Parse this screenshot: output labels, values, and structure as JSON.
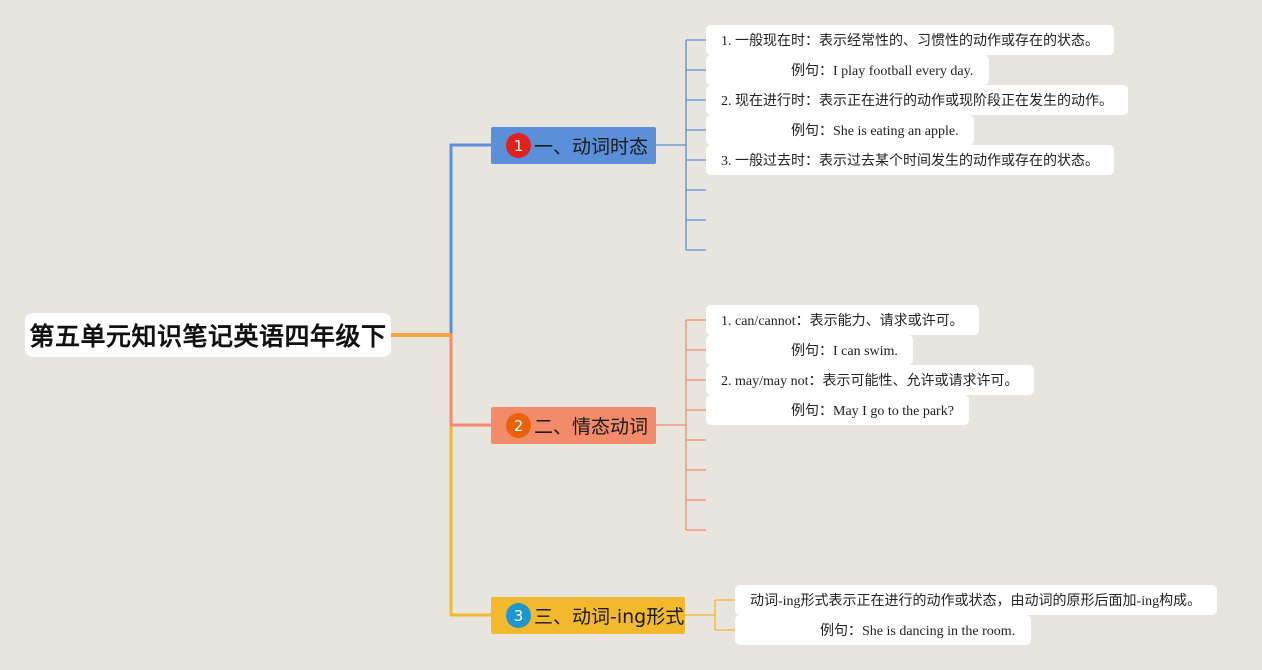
{
  "root": {
    "title": "第五单元知识笔记英语四年级下"
  },
  "branches": [
    {
      "badge": "1",
      "label": "一、动词时态",
      "color": "#5b8fd9",
      "badge_color": "#e0221c",
      "items": [
        "1. 一般现在时：表示经常性的、习惯性的动作或存在的状态。",
        "例句：I play football every day.",
        "2. 现在进行时：表示正在进行的动作或现阶段正在发生的动作。",
        "例句：She is eating an apple.",
        "3. 一般过去时：表示过去某个时间发生的动作或存在的状态。"
      ]
    },
    {
      "badge": "2",
      "label": "二、情态动词",
      "color": "#f28b6a",
      "badge_color": "#e8620e",
      "items": [
        "1. can/cannot：表示能力、请求或许可。",
        "例句：I can swim.",
        "2. may/may not：表示可能性、允许或请求许可。",
        "例句：May I go to the park?"
      ]
    },
    {
      "badge": "3",
      "label": "三、动词-ing形式",
      "color": "#f2b82e",
      "badge_color": "#1f96cf",
      "items": [
        "动词-ing形式表示正在进行的动作或状态，由动词的原形后面加-ing构成。",
        "例句：She is dancing in the room."
      ]
    }
  ]
}
